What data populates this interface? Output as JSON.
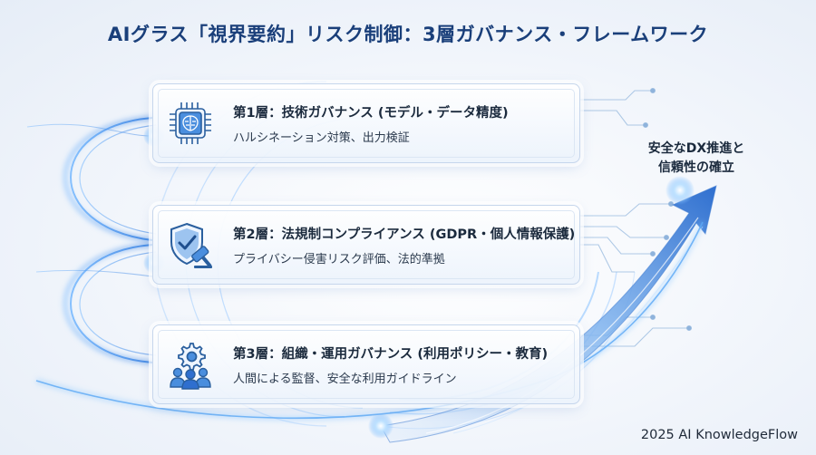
{
  "title": "AIグラス「視界要約」リスク制御：3層ガバナンス・フレームワーク",
  "layers": [
    {
      "heading": "第1層：技術ガバナンス (モデル・データ精度)",
      "description": "ハルシネーション対策、出力検証",
      "icon": "ai-chip-brain-icon"
    },
    {
      "heading": "第2層：法規制コンプライアンス (GDPR・個人情報保護)",
      "description": "プライバシー侵害リスク評価、法的準拠",
      "icon": "shield-gavel-icon"
    },
    {
      "heading": "第3層：組織・運用ガバナンス (利用ポリシー・教育)",
      "description": "人間による監督、安全な利用ガイドライン",
      "icon": "gear-people-icon"
    }
  ],
  "goal": {
    "line1": "安全なDX推進と",
    "line2": "信頼性の確立"
  },
  "footer": "2025 AI KnowledgeFlow",
  "colors": {
    "title": "#1a3f7a",
    "accent": "#3f86e0",
    "glow": "#9fd0ff",
    "icon": "#2a5f9e"
  }
}
